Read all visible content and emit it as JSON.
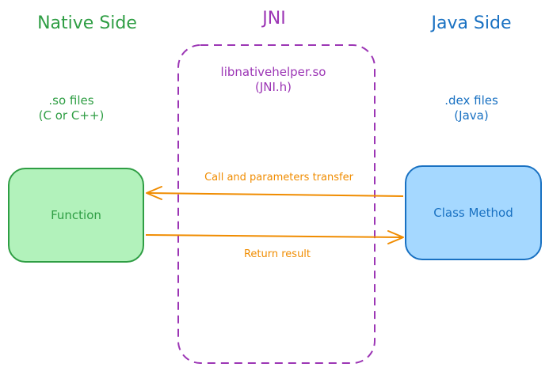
{
  "native": {
    "heading": "Native Side",
    "sub_line1": ".so files",
    "sub_line2": "(C or C++)",
    "box_label": "Function"
  },
  "jni": {
    "heading": "JNI",
    "sub_line1": "libnativehelper.so",
    "sub_line2": "(JNI.h)"
  },
  "java": {
    "heading": "Java Side",
    "sub_line1": ".dex files",
    "sub_line2": "(Java)",
    "box_label": "Class Method"
  },
  "arrows": {
    "call_label": "Call and parameters transfer",
    "return_label": "Return result"
  },
  "colors": {
    "native": "#2f9e44",
    "jni": "#9c36b5",
    "java": "#1971c2",
    "arrow": "#f08c00"
  }
}
